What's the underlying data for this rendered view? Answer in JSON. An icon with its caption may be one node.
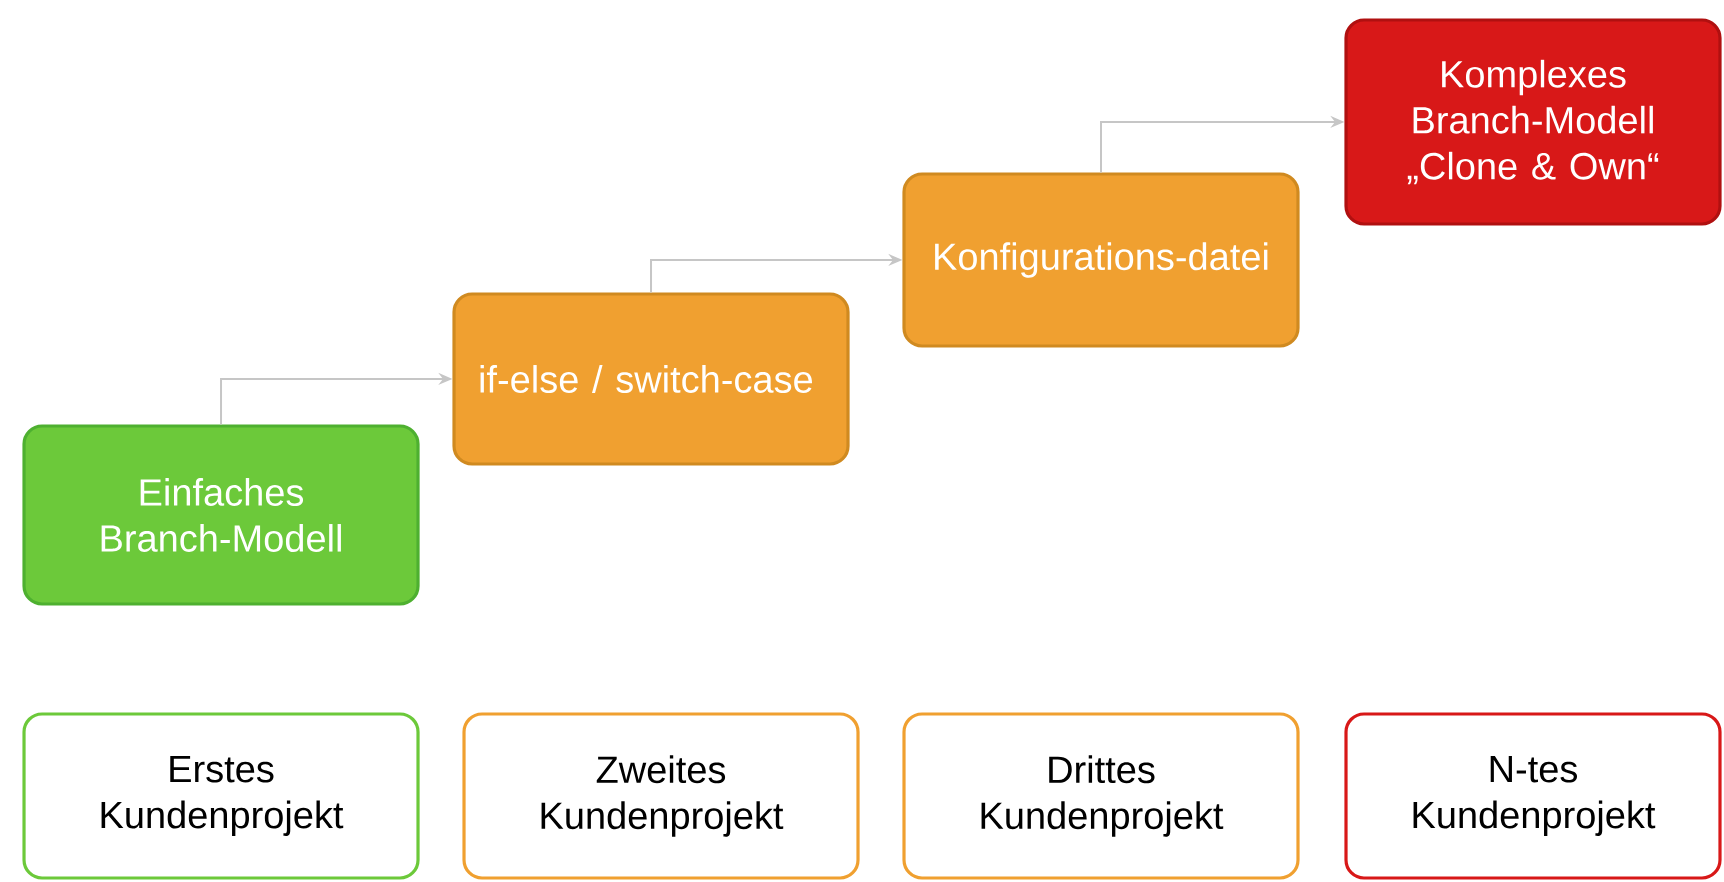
{
  "diagram": {
    "nodes": [
      {
        "text": [
          "Einfaches Branch-Modell"
        ]
      },
      {
        "text": [
          "if-else / switch-case"
        ]
      },
      {
        "text": [
          "Konfigurations-datei"
        ]
      },
      {
        "text": [
          "Komplexes Branch-Modell „Clone & Own“"
        ]
      },
      {
        "text": [
          "Erstes Kundenprojekt"
        ]
      },
      {
        "text": [
          "Zweites Kundenprojekt"
        ]
      },
      {
        "text": [
          "Drittes Kundenprojekt"
        ]
      },
      {
        "text": [
          "N-tes Kundenprojekt"
        ]
      }
    ],
    "edges": [
      {
        "from": 0,
        "to": 1,
        "arrow": "to"
      },
      {
        "from": 1,
        "to": 2,
        "arrow": "to"
      },
      {
        "from": 2,
        "to": 3,
        "arrow": "to"
      }
    ]
  }
}
